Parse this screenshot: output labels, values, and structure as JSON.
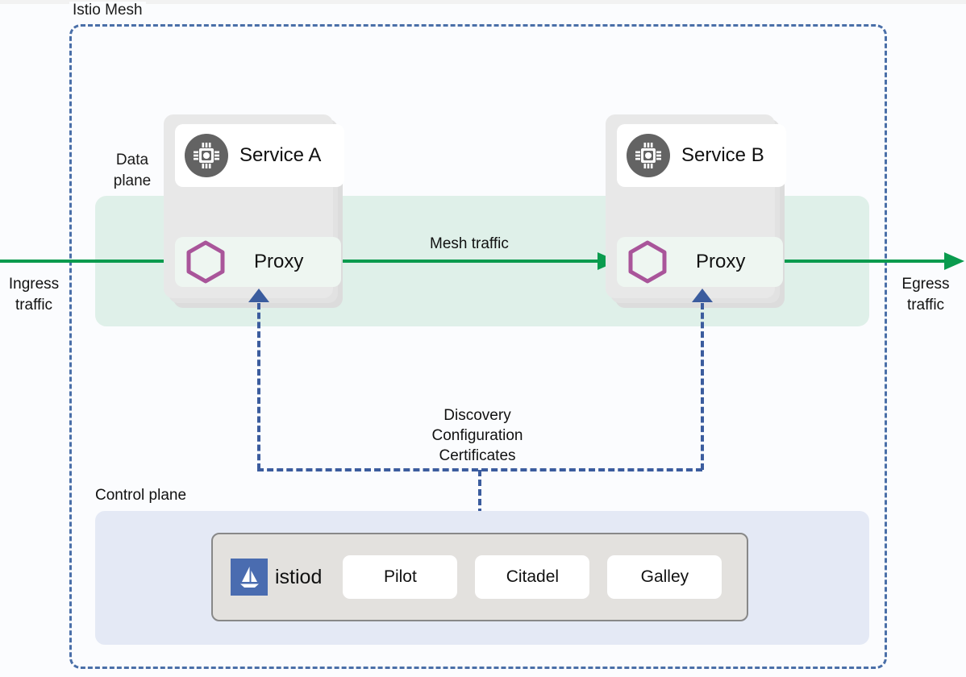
{
  "diagram": {
    "mesh_label": "Istio Mesh",
    "data_plane_label": "Data\nplane",
    "data_plane_label_line1": "Data",
    "data_plane_label_line2": "plane",
    "control_plane_label": "Control plane",
    "mesh_traffic_label": "Mesh traffic",
    "ingress_label_line1": "Ingress",
    "ingress_label_line2": "traffic",
    "egress_label_line1": "Egress",
    "egress_label_line2": "traffic",
    "config_label_line1": "Discovery",
    "config_label_line2": "Configuration",
    "config_label_line3": "Certificates"
  },
  "pods": [
    {
      "service_label": "Service A",
      "proxy_label": "Proxy",
      "service_icon": "chip-icon",
      "proxy_icon": "hexagon-icon"
    },
    {
      "service_label": "Service B",
      "proxy_label": "Proxy",
      "service_icon": "chip-icon",
      "proxy_icon": "hexagon-icon"
    }
  ],
  "control_plane": {
    "brand_label": "istiod",
    "brand_icon": "istio-sailboat-logo",
    "components": [
      "Pilot",
      "Citadel",
      "Galley"
    ]
  },
  "colors": {
    "mesh_border": "#4a6fa8",
    "data_plane_band": "#dff0e9",
    "control_plane_band": "#e4e9f5",
    "pod_card": "#e8e8e8",
    "traffic_arrow": "#0a9b4e",
    "proxy_hexagon": "#a9559a",
    "service_icon_bg": "#636363",
    "istiod_logo_bg": "#4a6cb0",
    "istiod_box_bg": "#e3e1de",
    "config_line": "#3b5c9e"
  }
}
